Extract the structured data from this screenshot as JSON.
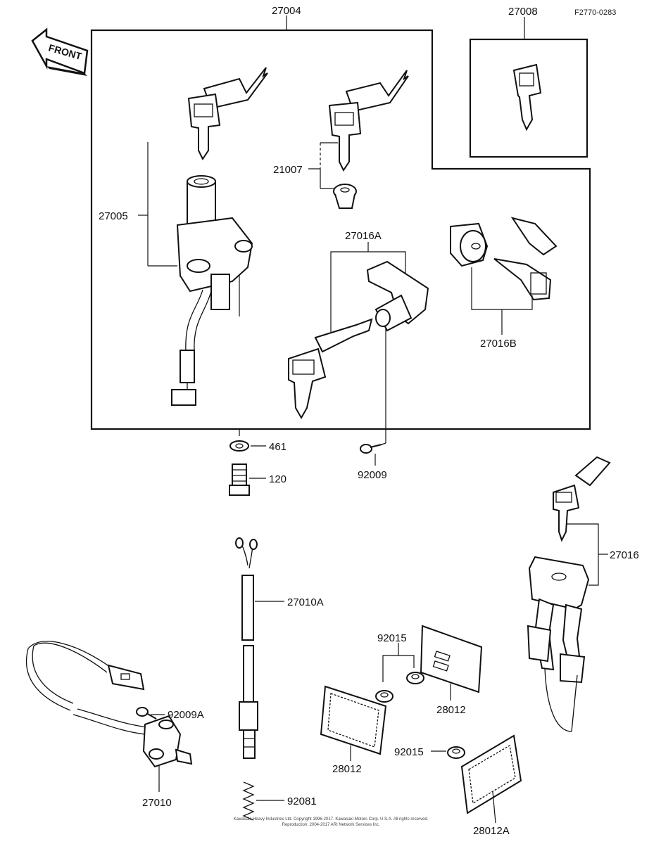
{
  "diagram": {
    "figure_code": "F2770-0283",
    "front_label": "FRONT",
    "copyright_line_1": "Kawasaki Heavy Industries Ltd. Copyright 1996-2017. Kawasaki Motors Corp. U.S.A. All rights reserved.",
    "copyright_line_2": "Reproduction: 2004-2017 ARI Network Services Inc.",
    "parts": [
      {
        "number": "27004"
      },
      {
        "number": "27008"
      },
      {
        "number": "21007"
      },
      {
        "number": "27005"
      },
      {
        "number": "27016A"
      },
      {
        "number": "27016B"
      },
      {
        "number": "461"
      },
      {
        "number": "120"
      },
      {
        "number": "92009"
      },
      {
        "number": "27016"
      },
      {
        "number": "27010A"
      },
      {
        "number": "92015"
      },
      {
        "number": "92009A"
      },
      {
        "number": "28012"
      },
      {
        "number": "28012"
      },
      {
        "number": "92015"
      },
      {
        "number": "27010"
      },
      {
        "number": "92081"
      },
      {
        "number": "28012A"
      }
    ]
  }
}
